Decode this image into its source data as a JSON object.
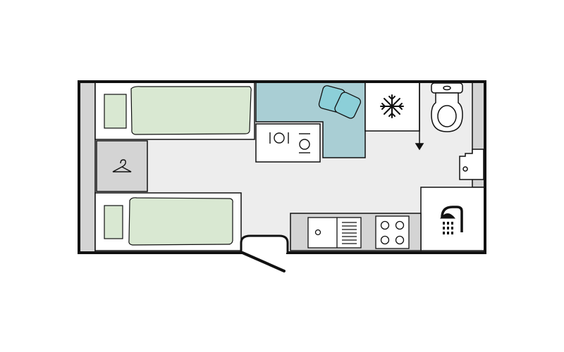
{
  "floorplan": {
    "areas": [
      {
        "id": "bunk-top",
        "kind": "bed"
      },
      {
        "id": "bunk-bottom",
        "kind": "bed"
      },
      {
        "id": "wardrobe",
        "kind": "storage",
        "icon": "hanger-icon"
      },
      {
        "id": "dinette",
        "kind": "seating",
        "icon": "plates-cutlery-icon"
      },
      {
        "id": "fridge",
        "kind": "appliance",
        "icon": "snowflake-icon"
      },
      {
        "id": "toilet",
        "kind": "bathroom",
        "icon": "toilet-icon"
      },
      {
        "id": "shower",
        "kind": "bathroom",
        "icon": "shower-icon"
      },
      {
        "id": "kitchen-sink",
        "kind": "kitchen",
        "icon": "sink-icon"
      },
      {
        "id": "kitchen-hob",
        "kind": "kitchen",
        "icon": "hob-icon"
      },
      {
        "id": "entry-door",
        "kind": "door"
      }
    ],
    "colors": {
      "wall": "#111111",
      "floor": "#ededed",
      "fixture_grey": "#d4d4d4",
      "bed_green": "#d9e8d2",
      "seat_blue": "#a9ced4",
      "cushion_blue": "#8ccfd8",
      "white": "#ffffff"
    }
  }
}
